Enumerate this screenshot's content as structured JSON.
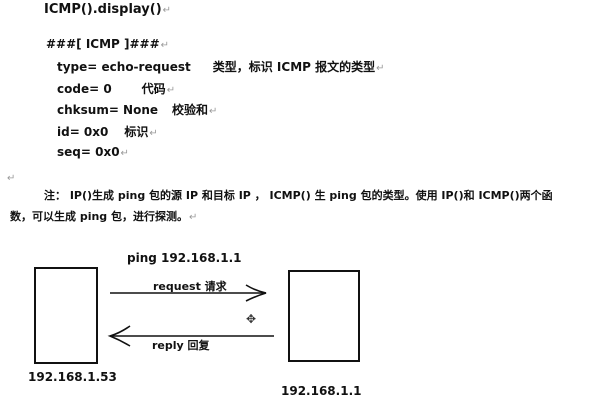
{
  "doc": {
    "line0": "ICMP().display()",
    "header": "###[ ICMP ]###",
    "fields": [
      {
        "name": "type= echo-request",
        "note": "类型，标识 ICMP 报文的类型"
      },
      {
        "name": "code= 0",
        "note": "代码"
      },
      {
        "name": "chksum= None",
        "note": "校验和"
      },
      {
        "name": "id= 0x0",
        "note": "标识"
      },
      {
        "name": "seq= 0x0",
        "note": ""
      }
    ],
    "note_line1": "注：  IP()生成 ping 包的源 IP 和目标 IP ， ICMP() 生 ping 包的类型。使用 IP()和 ICMP()两个函",
    "note_line2": "数，可以生成 ping 包，进行探测。",
    "para_mark": "↵"
  },
  "diagram": {
    "ping_label": "ping 192.168.1.1",
    "request_label": "request  请求",
    "reply_label": "reply  回复",
    "left_ip": "192.168.1.53",
    "right_ip": "192.168.1.1"
  }
}
